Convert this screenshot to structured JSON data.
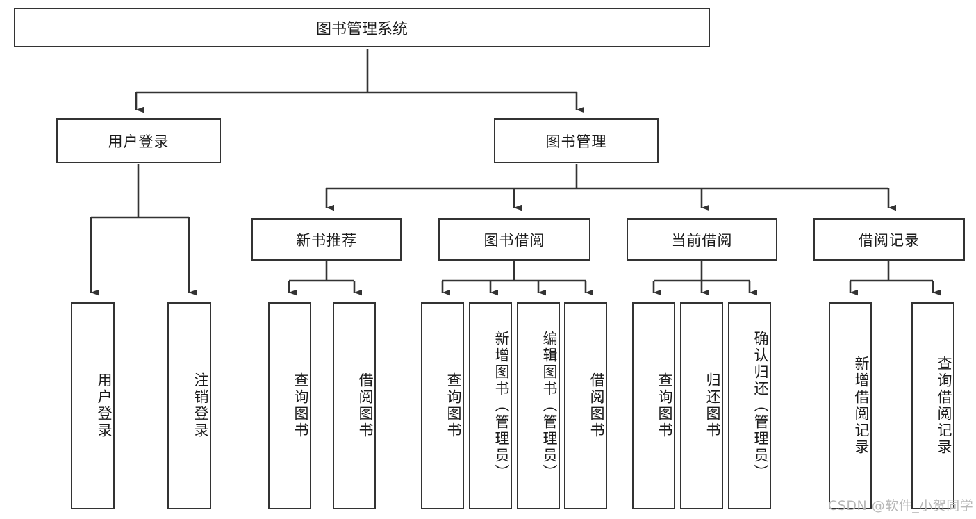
{
  "diagram": {
    "title": "图书管理系统",
    "type": "tree-hierarchy-diagram",
    "nodes": {
      "root": {
        "label": "图书管理系统"
      },
      "level2": [
        {
          "id": "user-login",
          "label": "用户登录"
        },
        {
          "id": "book-management",
          "label": "图书管理"
        }
      ],
      "level3": [
        {
          "id": "new-book-recommend",
          "label": "新书推荐"
        },
        {
          "id": "book-borrow",
          "label": "图书借阅"
        },
        {
          "id": "current-borrow",
          "label": "当前借阅"
        },
        {
          "id": "borrow-record",
          "label": "借阅记录"
        }
      ],
      "leaves": {
        "user-login": [
          {
            "id": "leaf-user-login",
            "label": "用户登录"
          },
          {
            "id": "leaf-logout-login",
            "label": "注销登录"
          }
        ],
        "new-book-recommend": [
          {
            "id": "leaf-query-book-1",
            "label": "查询图书"
          },
          {
            "id": "leaf-borrow-book-1",
            "label": "借阅图书"
          }
        ],
        "book-borrow": [
          {
            "id": "leaf-query-book-2",
            "label": "查询图书"
          },
          {
            "id": "leaf-add-book",
            "label": "新增图书（管理员）"
          },
          {
            "id": "leaf-edit-book",
            "label": "编辑图书（管理员）"
          },
          {
            "id": "leaf-borrow-book-2",
            "label": "借阅图书"
          }
        ],
        "current-borrow": [
          {
            "id": "leaf-query-book-3",
            "label": "查询图书"
          },
          {
            "id": "leaf-return-book",
            "label": "归还图书"
          },
          {
            "id": "leaf-confirm-return",
            "label": "确认归还（管理员）"
          }
        ],
        "borrow-record": [
          {
            "id": "leaf-add-record",
            "label": "新增借阅记录"
          },
          {
            "id": "leaf-query-record",
            "label": "查询借阅记录"
          }
        ]
      }
    },
    "colors": {
      "stroke": "#333333",
      "fill": "#ffffff",
      "text": "#1a1a1a",
      "watermark": "#b8b8b8"
    }
  },
  "watermark": {
    "text": "CSDN @软件_小贺同学"
  }
}
